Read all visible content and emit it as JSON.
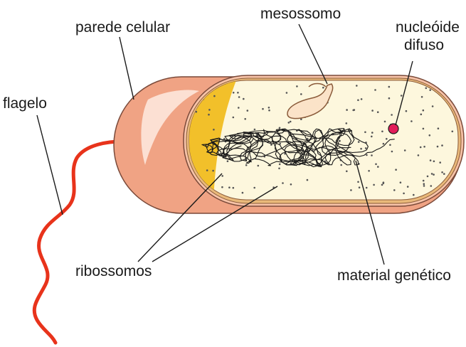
{
  "labels": {
    "parede_celular": "parede celular",
    "mesossomo": "mesossomo",
    "nucleoide_line1": "nucleóide",
    "nucleoide_line2": "difuso",
    "flagelo": "flagelo",
    "ribossomos": "ribossomos",
    "material_genetico": "material genético"
  },
  "colors": {
    "wall_outer": "#f0a384",
    "wall_inner": "#f7c3a8",
    "membrane": "#e9b97a",
    "cytoplasm": "#fdf7dd",
    "pole_yellow": "#f2c02a",
    "flagellum": "#e8331b",
    "nucleoid_marker": "#e21d5a",
    "dna": "#1a1a1a",
    "text": "#1a1a1a"
  }
}
